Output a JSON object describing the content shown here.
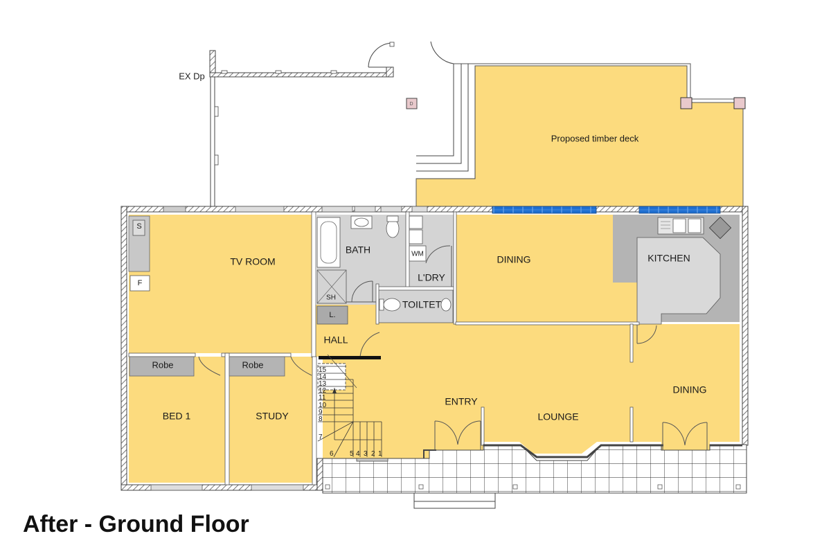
{
  "title": "After - Ground Floor",
  "colors": {
    "room_fill": "#fcdb7e",
    "wet_area_fill": "#d4d4d4",
    "bench_fill": "#b4b4b4",
    "window_glass": "#1f6fd1",
    "wall_stroke": "#444444",
    "paving_grid": "#222222"
  },
  "external": {
    "label": "EX Dp"
  },
  "deck": {
    "label": "Proposed timber deck"
  },
  "rooms": {
    "tv_room": "TV ROOM",
    "bath": "BATH",
    "laundry": "L'DRY",
    "toilet": "TOILTET",
    "dining_north": "DINING",
    "kitchen": "KITCHEN",
    "hall": "HALL",
    "bed1": "BED 1",
    "study": "STUDY",
    "entry": "ENTRY",
    "lounge": "LOUNGE",
    "dining_south": "DINING"
  },
  "fixtures": {
    "sink_tv": "S",
    "fridge": "F",
    "shower": "SH",
    "linen": "L.",
    "washing_machine": "WM",
    "robe_bed1": "Robe",
    "robe_study": "Robe"
  },
  "stairs": {
    "steps": [
      "1",
      "2",
      "3",
      "4",
      "5",
      "6",
      "7",
      "8",
      "9",
      "10",
      "11",
      "12",
      "13",
      "14",
      "15"
    ]
  }
}
